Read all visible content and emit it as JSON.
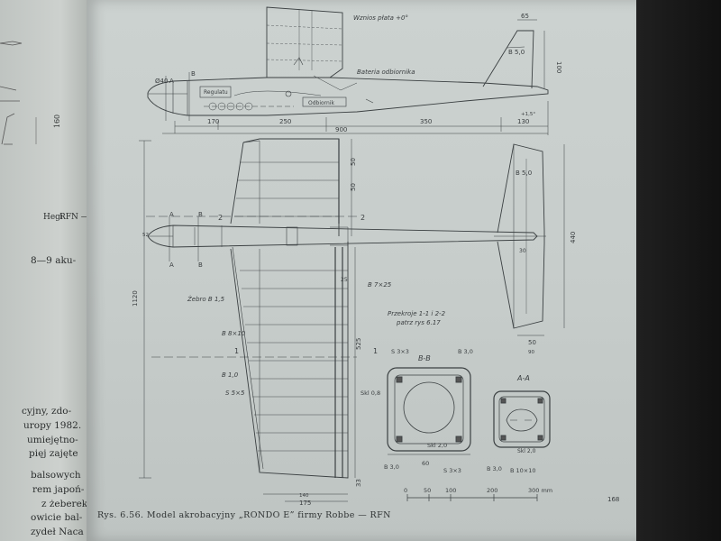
{
  "left_page": {
    "fragments": [
      {
        "id": "hegi",
        "text": "Hegi"
      },
      {
        "id": "rfn",
        "text": "RFN —"
      },
      {
        "id": "aku",
        "text": "8—9 aku-"
      },
      {
        "id": "l1",
        "text": "cyjny, zdo-"
      },
      {
        "id": "l2",
        "text": "uropy 1982."
      },
      {
        "id": "l3",
        "text": "umiejętno-"
      },
      {
        "id": "l4",
        "text": "pięj zajęte"
      },
      {
        "id": "l5",
        "text": "balsowych"
      },
      {
        "id": "l6",
        "text": "rem japoń-"
      },
      {
        "id": "l7",
        "text": "z żeberek"
      },
      {
        "id": "l8",
        "text": "owicie bal-"
      },
      {
        "id": "l9",
        "text": "zydeł Naca"
      },
      {
        "id": "dim160",
        "text": "160"
      }
    ]
  },
  "drawing": {
    "side_view": {
      "wing_note": "Wznios płata +0°",
      "battery": "Bateria odbiornika",
      "servo_label": "Regulatu",
      "receiver": "Odbiornik",
      "dims": {
        "top_fin": "65",
        "fin_height": "100",
        "fin_balsa": "B 5,0",
        "d170": "170",
        "d250": "250",
        "d350": "350",
        "d130": "130",
        "d900": "900",
        "d40": "Ø40",
        "incidence": "+1,5°"
      },
      "section_marks": {
        "a": "A",
        "b": "B"
      }
    },
    "top_view": {
      "dims": {
        "span": "1120",
        "d50a": "50",
        "d50b": "50",
        "stab_span": "440",
        "d50": "50",
        "stab_root": "90",
        "half_span": "525",
        "d175": "175",
        "d140": "140",
        "d33": "33",
        "d25": "25",
        "d30": "30"
      },
      "labels": {
        "stab_balsa": "B 5,0",
        "rib": "Żebro B 1,5",
        "spar": "B 7×25",
        "le": "B 8×10",
        "te": "B 1,0",
        "strip": "S 5×5",
        "sections_note_1": "Przekroje 1-1 i 2-2",
        "sections_note_2": "patrz rys 6.17",
        "s1": "1",
        "s2": "2",
        "a": "A",
        "b": "B",
        "d52": "52"
      }
    },
    "sections": {
      "bb": {
        "title": "B-B",
        "tl": "S 3×3",
        "tr": "B 3,0",
        "lm": "Skl 0,8",
        "bl": "B 3,0",
        "br": "S 3×3",
        "mid": "Skl 2,0",
        "dim": "60"
      },
      "aa": {
        "title": "A-A",
        "bot": "Skl 2,0",
        "bl": "B 3,0",
        "br": "B 10×10"
      }
    },
    "scale": {
      "t0": "0",
      "t50": "50",
      "t100": "100",
      "t200": "200",
      "t300": "300 mm"
    },
    "page_number": "168"
  },
  "caption": "Rys. 6.56. Model akrobacyjny „RONDO E” firmy Robbe — RFN"
}
